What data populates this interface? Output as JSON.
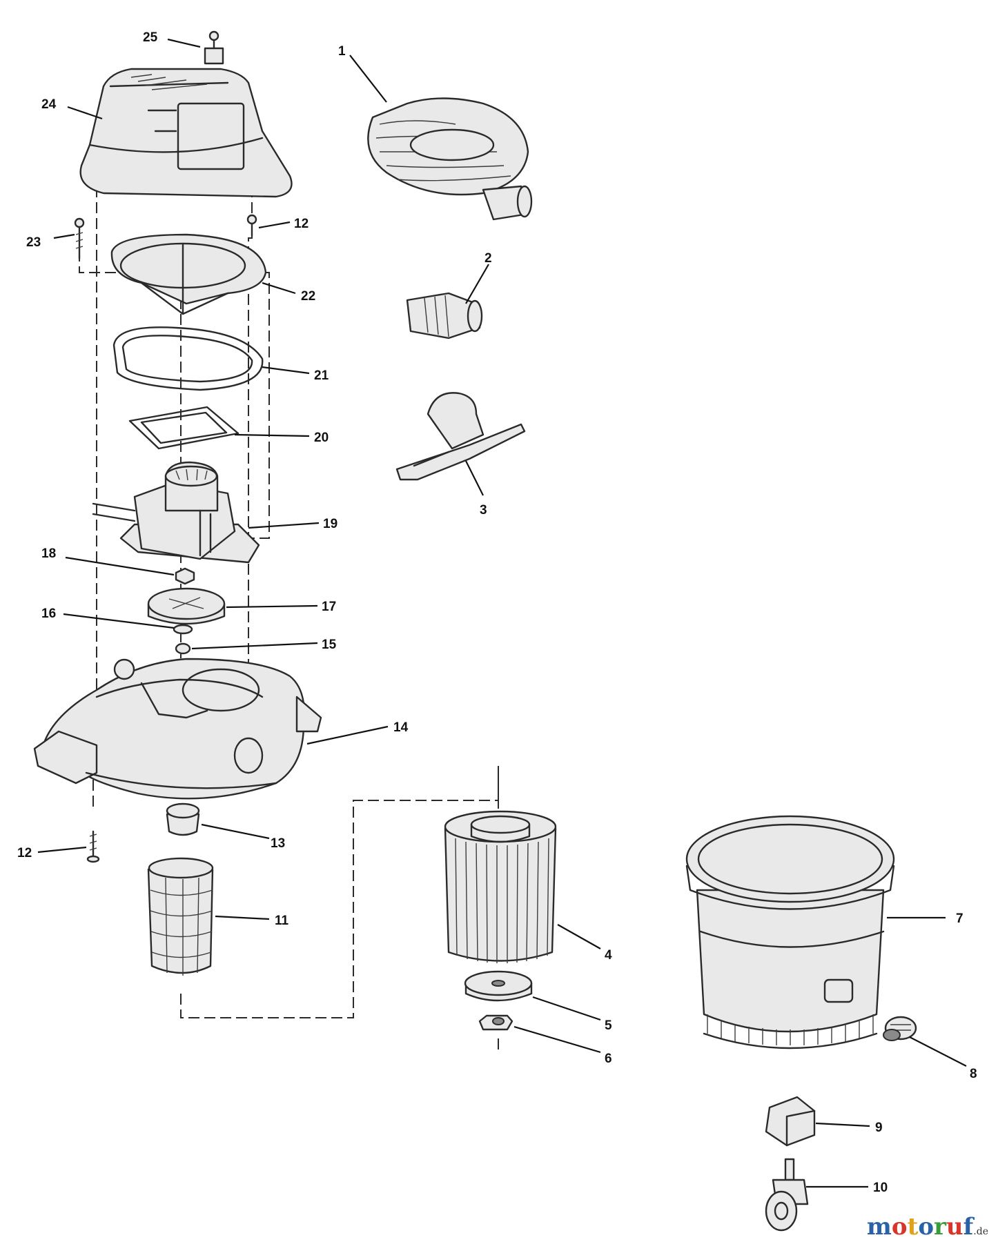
{
  "callouts": [
    {
      "id": "1",
      "label": "1"
    },
    {
      "id": "2",
      "label": "2"
    },
    {
      "id": "3",
      "label": "3"
    },
    {
      "id": "4",
      "label": "4"
    },
    {
      "id": "5",
      "label": "5"
    },
    {
      "id": "6",
      "label": "6"
    },
    {
      "id": "7",
      "label": "7"
    },
    {
      "id": "8",
      "label": "8"
    },
    {
      "id": "9",
      "label": "9"
    },
    {
      "id": "10",
      "label": "10"
    },
    {
      "id": "11",
      "label": "11"
    },
    {
      "id": "12a",
      "label": "12"
    },
    {
      "id": "12b",
      "label": "12"
    },
    {
      "id": "13",
      "label": "13"
    },
    {
      "id": "14",
      "label": "14"
    },
    {
      "id": "15",
      "label": "15"
    },
    {
      "id": "16",
      "label": "16"
    },
    {
      "id": "17",
      "label": "17"
    },
    {
      "id": "18",
      "label": "18"
    },
    {
      "id": "19",
      "label": "19"
    },
    {
      "id": "20",
      "label": "20"
    },
    {
      "id": "21",
      "label": "21"
    },
    {
      "id": "22",
      "label": "22"
    },
    {
      "id": "23",
      "label": "23"
    },
    {
      "id": "24",
      "label": "24"
    },
    {
      "id": "25",
      "label": "25"
    }
  ],
  "watermark": {
    "letters": [
      {
        "char": "m",
        "color": "#2a62a8"
      },
      {
        "char": "o",
        "color": "#d6362c"
      },
      {
        "char": "t",
        "color": "#e0a21a"
      },
      {
        "char": "o",
        "color": "#2a62a8"
      },
      {
        "char": "r",
        "color": "#3a9b3a"
      },
      {
        "char": "u",
        "color": "#d6362c"
      },
      {
        "char": "f",
        "color": "#2a62a8"
      }
    ],
    "suffix": ".de"
  }
}
